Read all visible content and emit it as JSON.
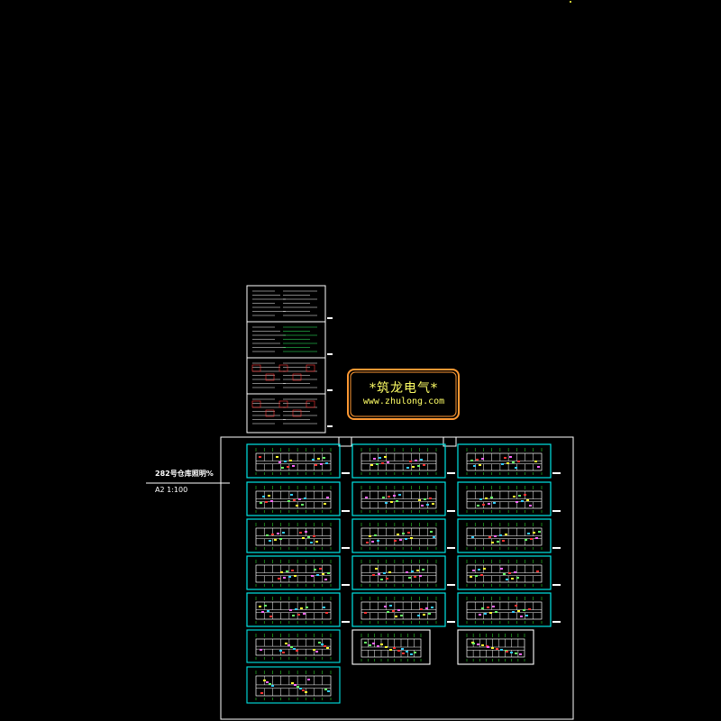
{
  "logo": {
    "line1": "*筑龙电气*",
    "line2": "www.zhulong.com"
  },
  "stamp": {
    "title": "282号仓库照明%",
    "scale": "A2    1:100"
  },
  "colors": {
    "background": "#000000",
    "sheet_frame": "#00e5e5",
    "logo_border": "#ff9933",
    "logo_text": "#ffff66",
    "outer_frame": "#ffffff",
    "marker": "#cccc33"
  },
  "sheets": {
    "columns": 3,
    "rows": 5,
    "extra_rows": 2
  }
}
